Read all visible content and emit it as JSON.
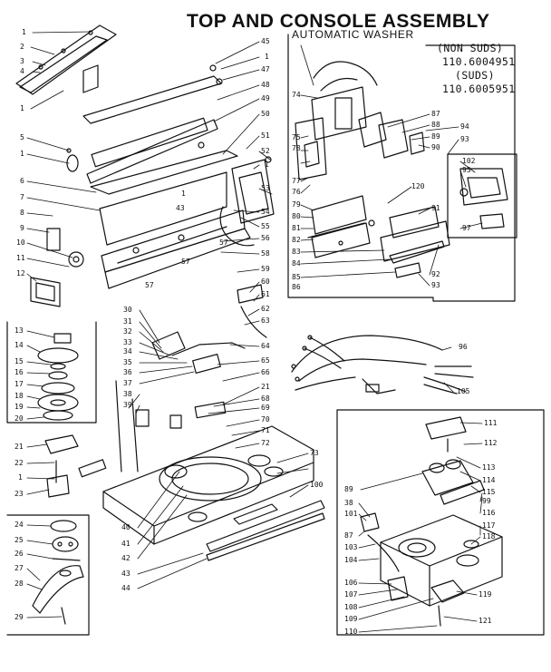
{
  "title": "TOP AND CONSOLE ASSEMBLY",
  "subtitle": "AUTOMATIC WASHER",
  "models": [
    {
      "label": "(NON SUDS)"
    },
    {
      "label": "110.6004951"
    },
    {
      "label": "(SUDS)"
    },
    {
      "label": "110.6005951"
    }
  ],
  "parts": [
    {
      "num": "1"
    },
    {
      "num": "2"
    },
    {
      "num": "3"
    },
    {
      "num": "4"
    },
    {
      "num": "1"
    },
    {
      "num": "5"
    },
    {
      "num": "1"
    },
    {
      "num": "6"
    },
    {
      "num": "7"
    },
    {
      "num": "8"
    },
    {
      "num": "9"
    },
    {
      "num": "10"
    },
    {
      "num": "11"
    },
    {
      "num": "12"
    },
    {
      "num": "13"
    },
    {
      "num": "14"
    },
    {
      "num": "15"
    },
    {
      "num": "16"
    },
    {
      "num": "17"
    },
    {
      "num": "18"
    },
    {
      "num": "19"
    },
    {
      "num": "20"
    },
    {
      "num": "21"
    },
    {
      "num": "22"
    },
    {
      "num": "1"
    },
    {
      "num": "23"
    },
    {
      "num": "24"
    },
    {
      "num": "25"
    },
    {
      "num": "26"
    },
    {
      "num": "27"
    },
    {
      "num": "28"
    },
    {
      "num": "29"
    },
    {
      "num": "45"
    },
    {
      "num": "1"
    },
    {
      "num": "47"
    },
    {
      "num": "48"
    },
    {
      "num": "49"
    },
    {
      "num": "50"
    },
    {
      "num": "51"
    },
    {
      "num": "52"
    },
    {
      "num": "1"
    },
    {
      "num": "53"
    },
    {
      "num": "54"
    },
    {
      "num": "55"
    },
    {
      "num": "56"
    },
    {
      "num": "58"
    },
    {
      "num": "59"
    },
    {
      "num": "60"
    },
    {
      "num": "61"
    },
    {
      "num": "62"
    },
    {
      "num": "63"
    },
    {
      "num": "64"
    },
    {
      "num": "65"
    },
    {
      "num": "66"
    },
    {
      "num": "21"
    },
    {
      "num": "68"
    },
    {
      "num": "69"
    },
    {
      "num": "70"
    },
    {
      "num": "71"
    },
    {
      "num": "72"
    },
    {
      "num": "73"
    },
    {
      "num": "100"
    },
    {
      "num": "30"
    },
    {
      "num": "31"
    },
    {
      "num": "32"
    },
    {
      "num": "33"
    },
    {
      "num": "34"
    },
    {
      "num": "35"
    },
    {
      "num": "36"
    },
    {
      "num": "37"
    },
    {
      "num": "38"
    },
    {
      "num": "39"
    },
    {
      "num": "40"
    },
    {
      "num": "41"
    },
    {
      "num": "42"
    },
    {
      "num": "43"
    },
    {
      "num": "44"
    },
    {
      "num": "57"
    },
    {
      "num": "57"
    },
    {
      "num": "57"
    },
    {
      "num": "1"
    },
    {
      "num": "43"
    },
    {
      "num": "74"
    },
    {
      "num": "75"
    },
    {
      "num": "76"
    },
    {
      "num": "77"
    },
    {
      "num": "78"
    },
    {
      "num": "79"
    },
    {
      "num": "80"
    },
    {
      "num": "81"
    },
    {
      "num": "82"
    },
    {
      "num": "83"
    },
    {
      "num": "84"
    },
    {
      "num": "85"
    },
    {
      "num": "86"
    },
    {
      "num": "87"
    },
    {
      "num": "88"
    },
    {
      "num": "89"
    },
    {
      "num": "90"
    },
    {
      "num": "94"
    },
    {
      "num": "93"
    },
    {
      "num": "102"
    },
    {
      "num": "95"
    },
    {
      "num": "97"
    },
    {
      "num": "120"
    },
    {
      "num": "91"
    },
    {
      "num": "92"
    },
    {
      "num": "93"
    },
    {
      "num": "96"
    },
    {
      "num": "105"
    },
    {
      "num": "111"
    },
    {
      "num": "112"
    },
    {
      "num": "113"
    },
    {
      "num": "114"
    },
    {
      "num": "115"
    },
    {
      "num": "99"
    },
    {
      "num": "116"
    },
    {
      "num": "117"
    },
    {
      "num": "118"
    },
    {
      "num": "89"
    },
    {
      "num": "38"
    },
    {
      "num": "101"
    },
    {
      "num": "87"
    },
    {
      "num": "103"
    },
    {
      "num": "104"
    },
    {
      "num": "106"
    },
    {
      "num": "107"
    },
    {
      "num": "108"
    },
    {
      "num": "109"
    },
    {
      "num": "110"
    },
    {
      "num": "119"
    },
    {
      "num": "121"
    }
  ]
}
